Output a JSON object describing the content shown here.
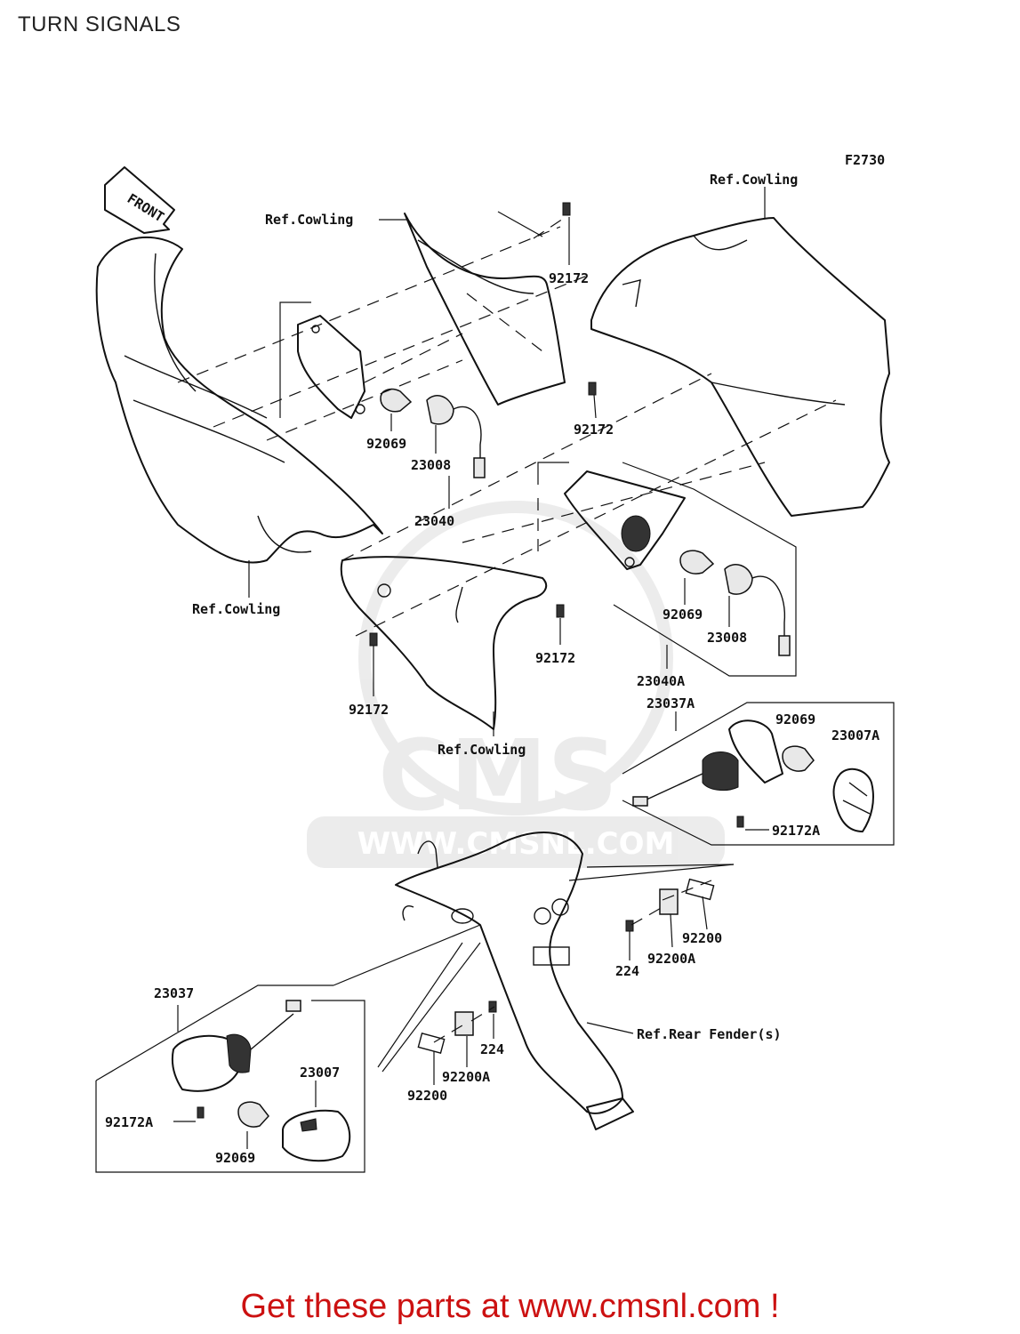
{
  "title": "TURN SIGNALS",
  "figure_code": "F2730",
  "front_label": "FRONT",
  "watermark": {
    "brand": "CMS",
    "url": "WWW.CMSNL.COM"
  },
  "labels": {
    "ref_cowling": "Ref.Cowling",
    "ref_rear_fender": "Ref.Rear Fender(s)",
    "p92172": "92172",
    "p92172A": "92172A",
    "p92069": "92069",
    "p23008": "23008",
    "p23040": "23040",
    "p23040A": "23040A",
    "p23037": "23037",
    "p23037A": "23037A",
    "p23007": "23007",
    "p23007A": "23007A",
    "p92200": "92200",
    "p92200A": "92200A",
    "p224": "224"
  },
  "footer": "Get these parts at www.cmsnl.com !",
  "colors": {
    "footer": "#cc1111",
    "line": "#111111",
    "watermark": "#999999"
  }
}
